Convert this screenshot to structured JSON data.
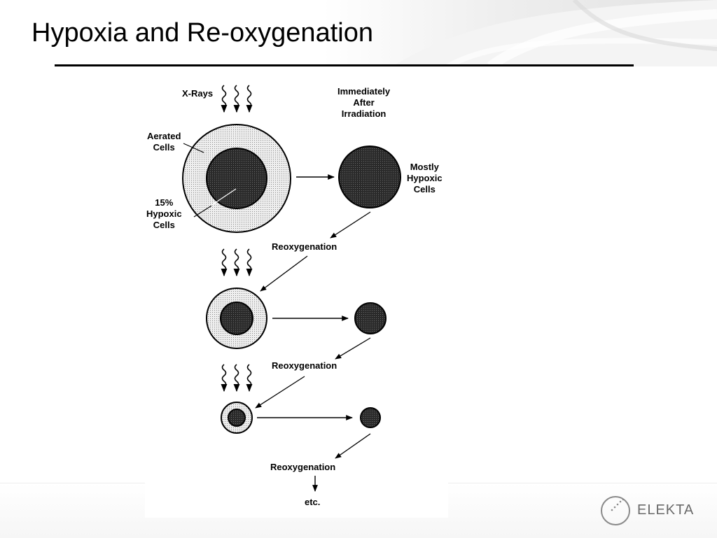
{
  "slide": {
    "title": "Hypoxia and Re-oxygenation"
  },
  "diagram": {
    "xrays_label": "X-Rays",
    "aerated_label": "Aerated\nCells",
    "hypoxic_label": "15%\nHypoxic\nCells",
    "immediately_label": "Immediately\nAfter\nIrradiation",
    "mostly_label": "Mostly\nHypoxic\nCells",
    "reoxygenation_1": "Reoxygenation",
    "reoxygenation_2": "Reoxygenation",
    "reoxygenation_3": "Reoxygenation",
    "etc_label": "etc."
  },
  "logo": {
    "text": "ELEKTA"
  },
  "colors": {
    "title": "#000000",
    "core": "#222222",
    "aerated": "#d6d6d6",
    "logo": "#6a6a6a"
  }
}
